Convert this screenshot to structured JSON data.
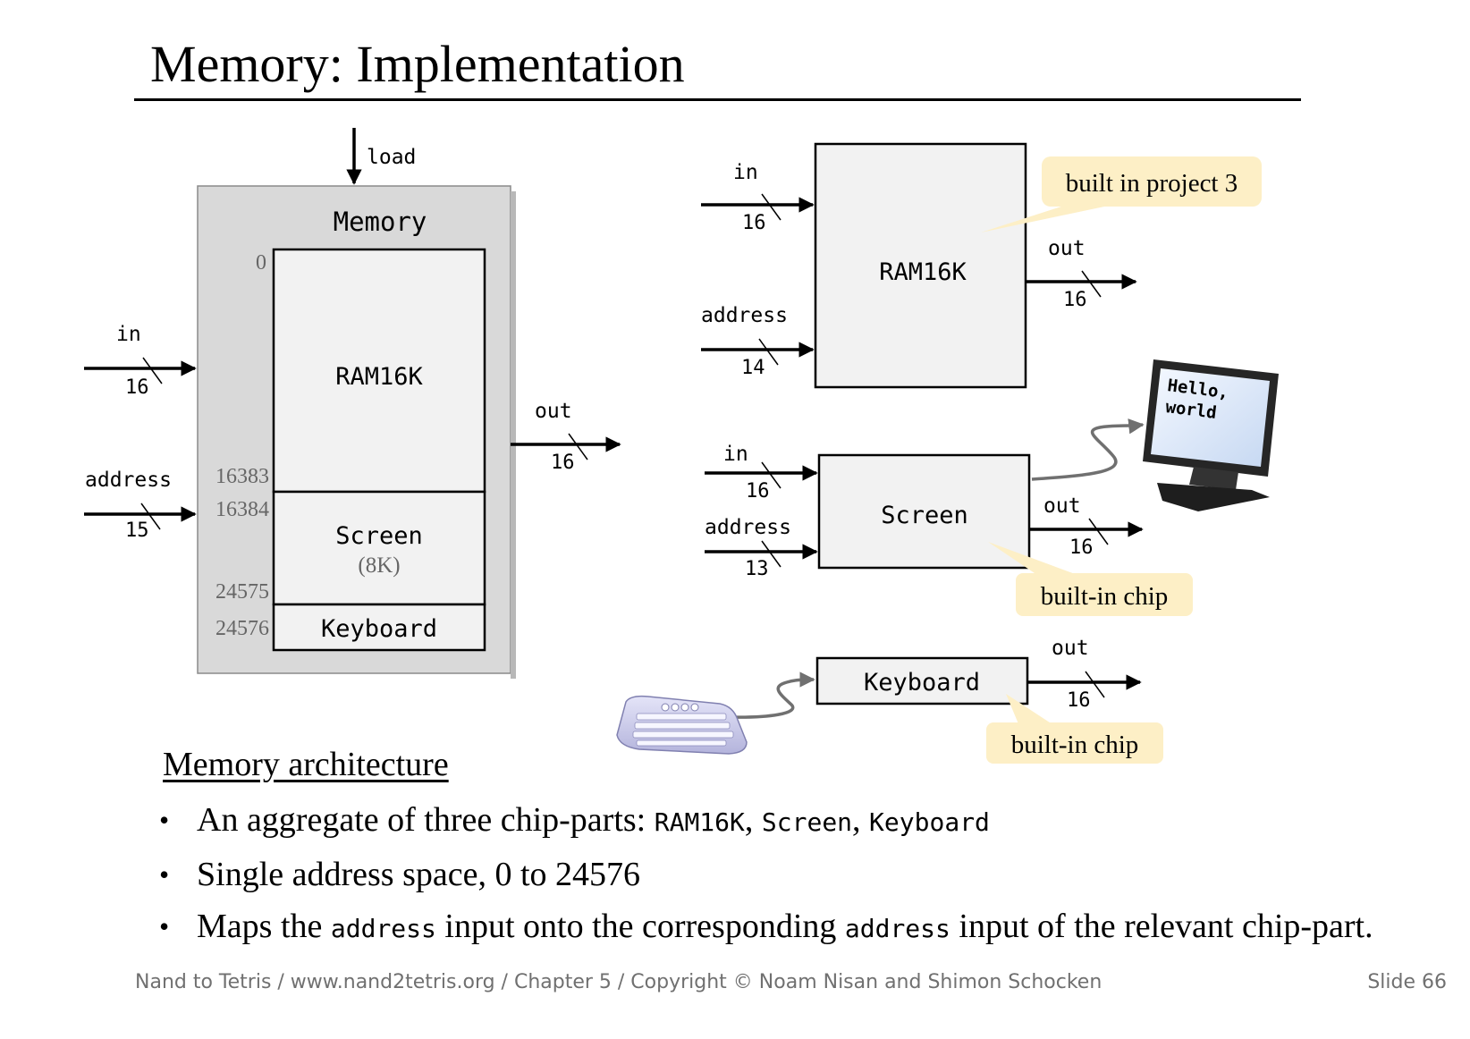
{
  "title": "Memory: Implementation",
  "memory_chip": {
    "name": "Memory",
    "load_label": "load",
    "in_label": "in",
    "in_width": "16",
    "address_label": "address",
    "address_width": "15",
    "out_label": "out",
    "out_width": "16",
    "parts": {
      "ram": "RAM16K",
      "screen": "Screen",
      "screen_size": "(8K)",
      "keyboard": "Keyboard"
    },
    "addresses": {
      "start": "0",
      "ram_end": "16383",
      "screen_start": "16384",
      "screen_end": "24575",
      "keyboard": "24576"
    }
  },
  "ram16k_chip": {
    "name": "RAM16K",
    "in_label": "in",
    "in_width": "16",
    "address_label": "address",
    "address_width": "14",
    "out_label": "out",
    "out_width": "16",
    "callout": "built in project 3"
  },
  "screen_chip": {
    "name": "Screen",
    "in_label": "in",
    "in_width": "16",
    "address_label": "address",
    "address_width": "13",
    "out_label": "out",
    "out_width": "16",
    "callout": "built-in chip",
    "monitor_text_line1": "Hello,",
    "monitor_text_line2": "world"
  },
  "keyboard_chip": {
    "name": "Keyboard",
    "out_label": "out",
    "out_width": "16",
    "callout": "built-in chip"
  },
  "architecture": {
    "heading": "Memory architecture",
    "bullet1_text": "An aggregate of three chip-parts:",
    "bullet1_code1": "RAM16K",
    "bullet1_sep1": ",",
    "bullet1_code2": "Screen",
    "bullet1_sep2": ",",
    "bullet1_code3": "Keyboard",
    "bullet2_text": "Single address space, 0 to 24576",
    "bullet3_pre": "Maps the",
    "bullet3_code1": "address",
    "bullet3_mid": "input onto the corresponding",
    "bullet3_code2": "address",
    "bullet3_post": "input of the relevant chip-part."
  },
  "footer": {
    "credit": "Nand to Tetris / www.nand2tetris.org / Chapter 5 / Copyright © Noam Nisan and Shimon Schocken",
    "slide_number": "Slide 66"
  },
  "colors": {
    "memory_outer_fill": "#d9d9d9",
    "chip_fill": "#f2f2f2",
    "callout_fill": "#fdefc6",
    "address_label_color": "#666666",
    "footer_color": "#707070"
  }
}
